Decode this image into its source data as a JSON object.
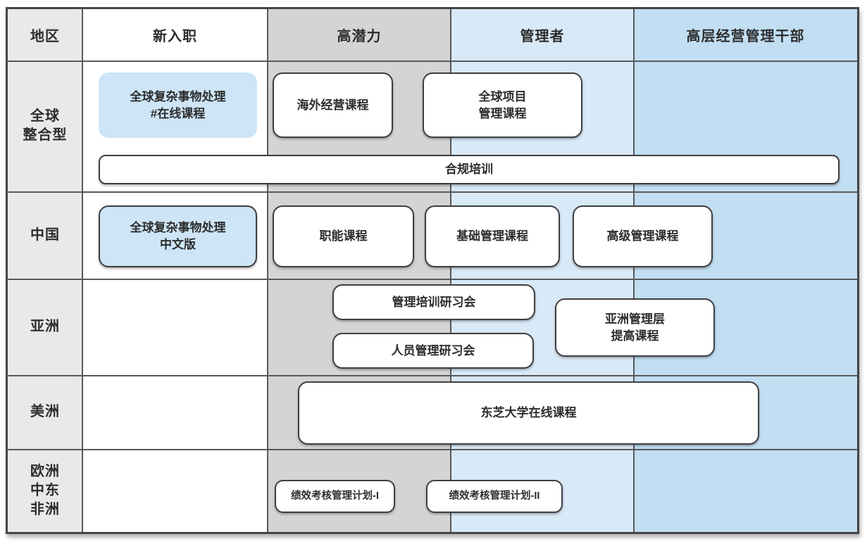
{
  "matrix": {
    "header": [
      "地区",
      "新入职",
      "高潜力",
      "管理者",
      "高层经营管理干部"
    ],
    "rows": [
      {
        "region": "全球\n整合型",
        "courses": [
          "全球复杂事物处理\n#在线课程",
          "海外经营课程",
          "全球项目\n管理课程",
          "合规培训"
        ]
      },
      {
        "region": "中国",
        "courses": [
          "全球复杂事物处理\n中文版",
          "职能课程",
          "基础管理课程",
          "高级管理课程"
        ]
      },
      {
        "region": "亚洲",
        "courses": [
          "管理培训研习会",
          "人员管理研习会",
          "亚洲管理层\n提高课程"
        ]
      },
      {
        "region": "美洲",
        "courses": [
          "东芝大学在线课程"
        ]
      },
      {
        "region": "欧洲\n中东\n非洲",
        "courses": [
          "绩效考核管理计划-I",
          "绩效考核管理计划-II"
        ]
      }
    ]
  },
  "colors": {
    "region_column_bg": "#e9e9e9",
    "new_hire_column_bg": "#ffffff",
    "high_potential_column_bg": "#d4d4d4",
    "manager_column_bg": "#d8e9f7",
    "executive_column_bg": "#c1def2",
    "course_box_blue_bg": "#cde5f6",
    "course_box_white_bg": "#ffffff",
    "box_border": "#3f3f41",
    "grid_line": "#58595b",
    "text": "#2d2d2d"
  }
}
